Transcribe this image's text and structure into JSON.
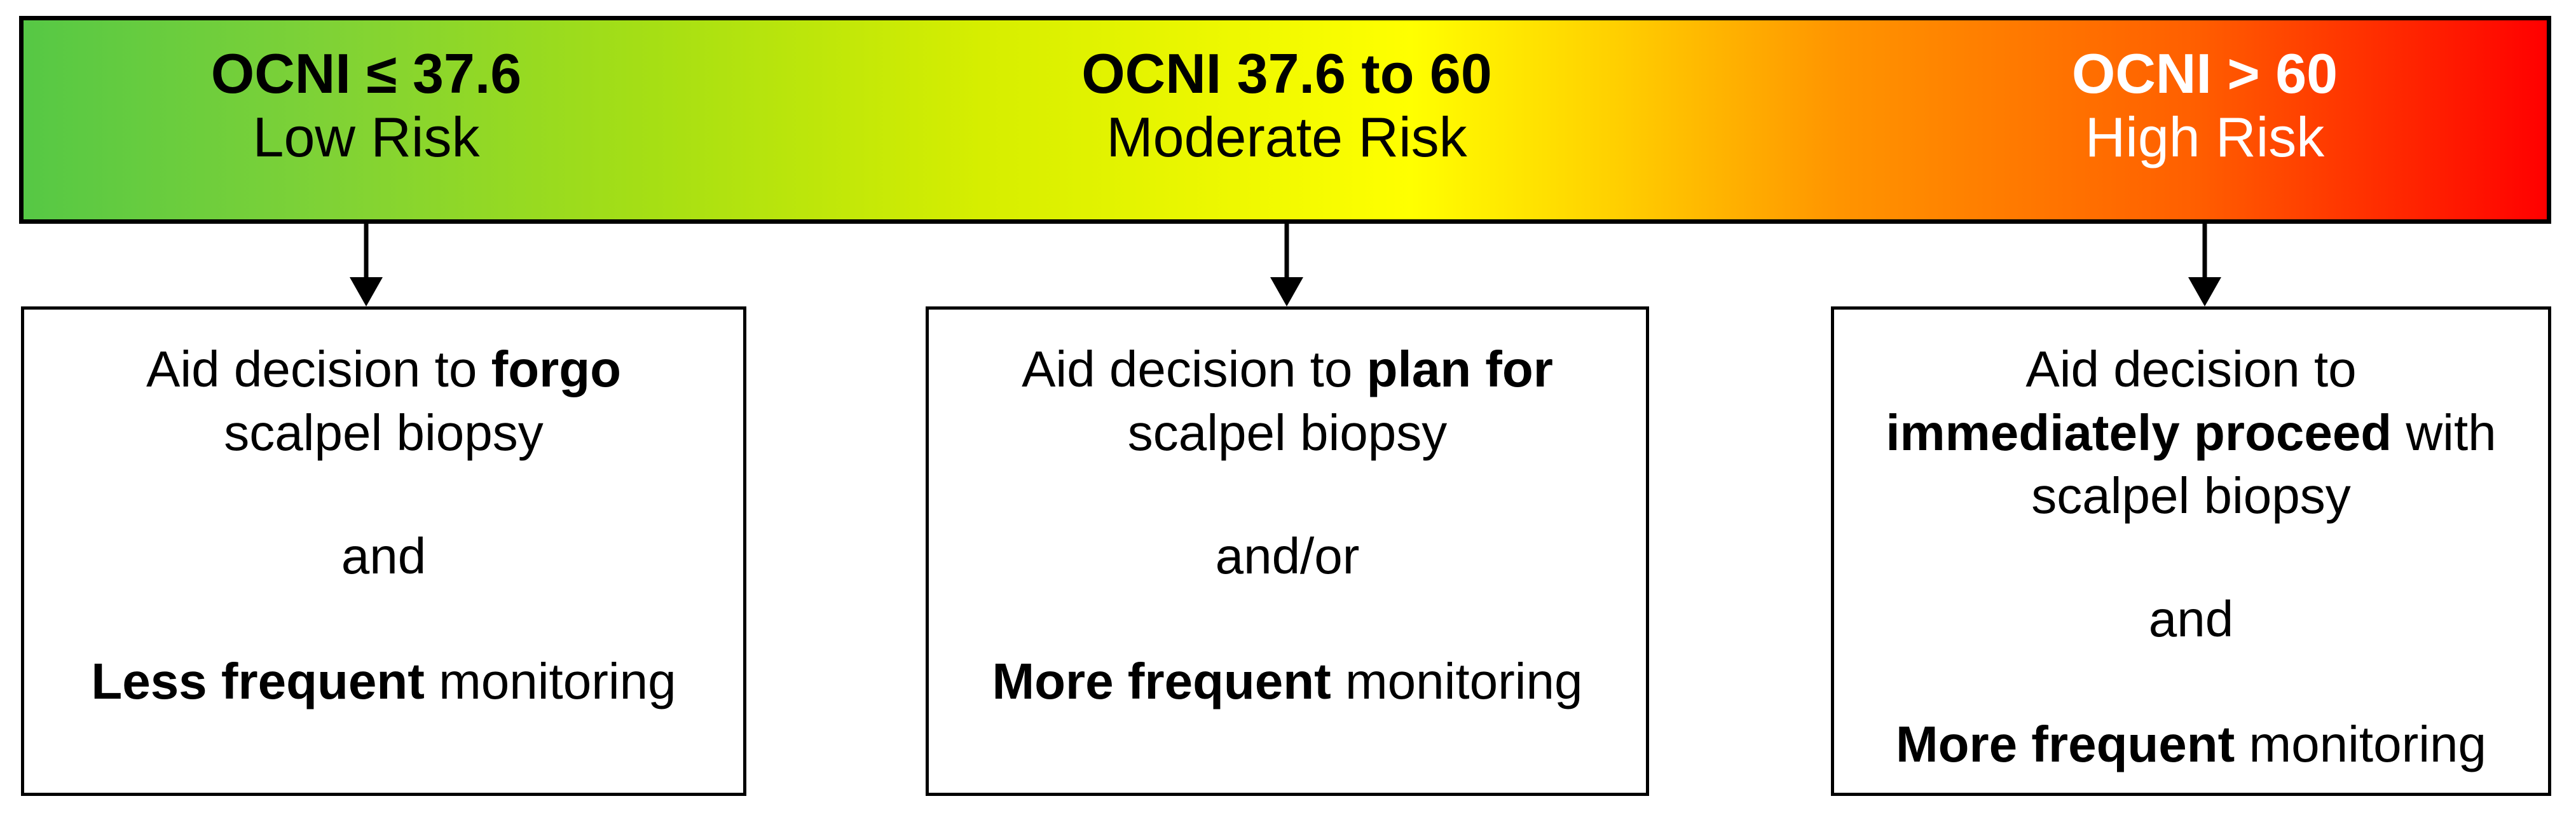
{
  "risk_bar": {
    "low": {
      "range": "OCNI ≤ 37.6",
      "level": "Low Risk"
    },
    "moderate": {
      "range": "OCNI 37.6 to 60",
      "level": "Moderate Risk"
    },
    "high": {
      "range": "OCNI > 60",
      "level": "High Risk"
    }
  },
  "boxes": {
    "low": {
      "line1_prefix": "Aid decision to ",
      "line1_bold": "forgo",
      "line2": "scalpel biopsy",
      "connector": "and",
      "last_bold": "Less frequent",
      "last_rest": " monitoring"
    },
    "moderate": {
      "line1_prefix": "Aid decision to ",
      "line1_bold": "plan for",
      "line2": "scalpel biopsy",
      "connector": "and/or",
      "last_bold": "More frequent",
      "last_rest": " monitoring"
    },
    "high": {
      "line1": "Aid decision to",
      "line2_bold": "immediately proceed",
      "line2_rest": " with",
      "line3": "scalpel biopsy",
      "connector": "and",
      "last_bold": "More frequent",
      "last_rest": " monitoring"
    }
  },
  "colors": {
    "gradient_start": "#56c845",
    "gradient_mid": "#ffff00",
    "gradient_end": "#ff0000",
    "high_label_text": "#ffffff"
  }
}
